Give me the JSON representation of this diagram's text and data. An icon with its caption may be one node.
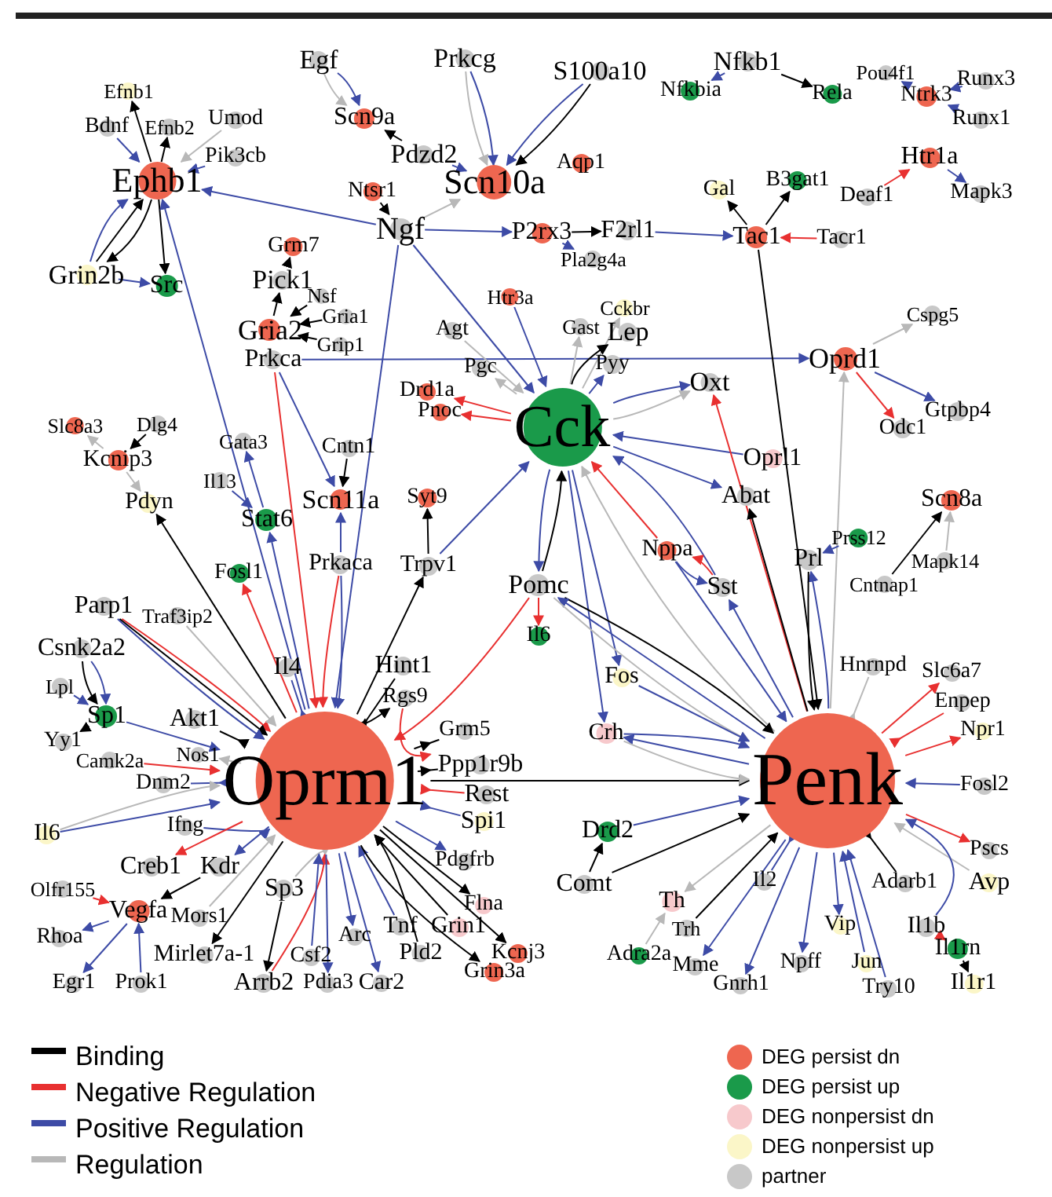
{
  "diagram": {
    "nodes": [
      {
        "text": [
          "Efnb1"
        ]
      },
      {
        "text": [
          "Bdnf"
        ]
      },
      {
        "text": [
          "Efnb2"
        ]
      },
      {
        "text": [
          "Umod"
        ]
      },
      {
        "text": [
          "Ephb1"
        ]
      },
      {
        "text": [
          "Pik3cb"
        ]
      },
      {
        "text": [
          "Grin2b"
        ]
      },
      {
        "text": [
          "Src"
        ]
      },
      {
        "text": [
          "Egf"
        ]
      },
      {
        "text": [
          "Scn9a"
        ]
      },
      {
        "text": [
          "Prkcg"
        ]
      },
      {
        "text": [
          "Pdzd2"
        ]
      },
      {
        "text": [
          "S100a10"
        ]
      },
      {
        "text": [
          "Scn10a"
        ]
      },
      {
        "text": [
          "Aqp1"
        ]
      },
      {
        "text": [
          "Ntsr1"
        ]
      },
      {
        "text": [
          "Ngf"
        ]
      },
      {
        "text": [
          "P2rx3"
        ]
      },
      {
        "text": [
          "F2rl1"
        ]
      },
      {
        "text": [
          "Pla2g4a"
        ]
      },
      {
        "text": [
          "Grm7"
        ]
      },
      {
        "text": [
          "Pick1"
        ]
      },
      {
        "text": [
          "Nsf"
        ]
      },
      {
        "text": [
          "Gria1"
        ]
      },
      {
        "text": [
          "Gria2"
        ]
      },
      {
        "text": [
          "Grip1"
        ]
      },
      {
        "text": [
          "Prkca"
        ]
      },
      {
        "text": [
          "Nfkbia"
        ]
      },
      {
        "text": [
          "Nfkb1"
        ]
      },
      {
        "text": [
          "Rela"
        ]
      },
      {
        "text": [
          "Pou4f1"
        ]
      },
      {
        "text": [
          "Ntrk3"
        ]
      },
      {
        "text": [
          "Runx3"
        ]
      },
      {
        "text": [
          "Runx1"
        ]
      },
      {
        "text": [
          "Htr1a"
        ]
      },
      {
        "text": [
          "Deaf1"
        ]
      },
      {
        "text": [
          "Mapk3"
        ]
      },
      {
        "text": [
          "Gal"
        ]
      },
      {
        "text": [
          "B3gat1"
        ]
      },
      {
        "text": [
          "Tac1"
        ]
      },
      {
        "text": [
          "Tacr1"
        ]
      },
      {
        "text": [
          "Htr3a"
        ]
      },
      {
        "text": [
          "Agt"
        ]
      },
      {
        "text": [
          "Cckbr"
        ]
      },
      {
        "text": [
          "Gast"
        ]
      },
      {
        "text": [
          "Lep"
        ]
      },
      {
        "text": [
          "Pgc"
        ]
      },
      {
        "text": [
          "Pyy"
        ]
      },
      {
        "text": [
          "Drd1a"
        ]
      },
      {
        "text": [
          "Pnoc"
        ]
      },
      {
        "text": [
          "Cck"
        ]
      },
      {
        "text": [
          "Oxt"
        ]
      },
      {
        "text": [
          "Cspg5"
        ]
      },
      {
        "text": [
          "Oprd1"
        ]
      },
      {
        "text": [
          "Gtpbp4"
        ]
      },
      {
        "text": [
          "Odc1"
        ]
      },
      {
        "text": [
          "Oprl1"
        ]
      },
      {
        "text": [
          "Abat"
        ]
      },
      {
        "text": [
          "Slc8a3"
        ]
      },
      {
        "text": [
          "Dlg4"
        ]
      },
      {
        "text": [
          "Kcnip3"
        ]
      },
      {
        "text": [
          "Pdyn"
        ]
      },
      {
        "text": [
          "Gata3"
        ]
      },
      {
        "text": [
          "Cntn1"
        ]
      },
      {
        "text": [
          "Il13"
        ]
      },
      {
        "text": [
          "Scn11a"
        ]
      },
      {
        "text": [
          "Syt9"
        ]
      },
      {
        "text": [
          "Stat6"
        ]
      },
      {
        "text": [
          "Scn8a"
        ]
      },
      {
        "text": [
          "Prss12"
        ]
      },
      {
        "text": [
          "Mapk14"
        ]
      },
      {
        "text": [
          "Prl"
        ]
      },
      {
        "text": [
          "Cntnap1"
        ]
      },
      {
        "text": [
          "Nppa"
        ]
      },
      {
        "text": [
          "Sst"
        ]
      },
      {
        "text": [
          "Pomc"
        ]
      },
      {
        "text": [
          "Prkaca"
        ]
      },
      {
        "text": [
          "Trpv1"
        ]
      },
      {
        "text": [
          "Fosl1"
        ]
      },
      {
        "text": [
          "Parp1"
        ]
      },
      {
        "text": [
          "Csnk2a2"
        ]
      },
      {
        "text": [
          "Traf3ip2"
        ]
      },
      {
        "text": [
          "Il4"
        ]
      },
      {
        "text": [
          "Hint1"
        ]
      },
      {
        "text": [
          "Akt1"
        ]
      },
      {
        "text": [
          "Rgs9"
        ]
      },
      {
        "text": [
          "Lpl"
        ]
      },
      {
        "text": [
          "Sp1"
        ]
      },
      {
        "text": [
          "Il6"
        ]
      },
      {
        "text": [
          "Fos"
        ]
      },
      {
        "text": [
          "Crh"
        ]
      },
      {
        "text": [
          "Grm5"
        ]
      },
      {
        "text": [
          "Ppp1r9b"
        ]
      },
      {
        "text": [
          "Yy1"
        ]
      },
      {
        "text": [
          "Nos1"
        ]
      },
      {
        "text": [
          "Camk2a"
        ]
      },
      {
        "text": [
          "Oprm1"
        ]
      },
      {
        "text": [
          "Penk"
        ]
      },
      {
        "text": [
          "Rest"
        ]
      },
      {
        "text": [
          "Spi1"
        ]
      },
      {
        "text": [
          "Dnm2"
        ]
      },
      {
        "text": [
          "Ifng"
        ]
      },
      {
        "text": [
          "Hnrnpd"
        ]
      },
      {
        "text": [
          "Slc6a7"
        ]
      },
      {
        "text": [
          "Enpep"
        ]
      },
      {
        "text": [
          "Npr1"
        ]
      },
      {
        "text": [
          "Fosl2"
        ]
      },
      {
        "text": [
          "Pscs"
        ]
      },
      {
        "text": [
          "Avp"
        ]
      },
      {
        "text": [
          "Il6"
        ]
      },
      {
        "text": [
          "Drd2"
        ]
      },
      {
        "text": [
          "Comt"
        ]
      },
      {
        "text": [
          "Pdgfrb"
        ]
      },
      {
        "text": [
          "Creb1"
        ]
      },
      {
        "text": [
          "Kdr"
        ]
      },
      {
        "text": [
          "Olfr155"
        ]
      },
      {
        "text": [
          "Sp3"
        ]
      },
      {
        "text": [
          "Mors1"
        ]
      },
      {
        "text": [
          "Vegfa"
        ]
      },
      {
        "text": [
          "Flna"
        ]
      },
      {
        "text": [
          "Il2"
        ]
      },
      {
        "text": [
          "Adarb1"
        ]
      },
      {
        "text": [
          "Th"
        ]
      },
      {
        "text": [
          "Trh"
        ]
      },
      {
        "text": [
          "Tnf"
        ]
      },
      {
        "text": [
          "Grin1"
        ]
      },
      {
        "text": [
          "Kcnj3"
        ]
      },
      {
        "text": [
          "Pld2"
        ]
      },
      {
        "text": [
          "Rhoa"
        ]
      },
      {
        "text": [
          "Mirlet7a-1"
        ]
      },
      {
        "text": [
          "Arc"
        ]
      },
      {
        "text": [
          "Csf2"
        ]
      },
      {
        "text": [
          "Grin3a"
        ]
      },
      {
        "text": [
          "Vip"
        ]
      },
      {
        "text": [
          "Il1b"
        ]
      },
      {
        "text": [
          "Il1rn"
        ]
      },
      {
        "text": [
          "Adra2a"
        ]
      },
      {
        "text": [
          "Mme"
        ]
      },
      {
        "text": [
          "Npff"
        ]
      },
      {
        "text": [
          "Jun"
        ]
      },
      {
        "text": [
          "Egr1"
        ]
      },
      {
        "text": [
          "Prok1"
        ]
      },
      {
        "text": [
          "Arrb2"
        ]
      },
      {
        "text": [
          "Pdia3"
        ]
      },
      {
        "text": [
          "Car2"
        ]
      },
      {
        "text": [
          "Gnrh1"
        ]
      },
      {
        "text": [
          "Try10"
        ]
      },
      {
        "text": [
          "Il1r1"
        ]
      }
    ],
    "edges": [
      {
        "from": 4,
        "to": 0,
        "arrow": "to",
        "color": "#000000"
      },
      {
        "from": 1,
        "to": 4,
        "arrow": "to"
      },
      {
        "from": 4,
        "to": 2,
        "arrow": "to",
        "color": "#000000"
      },
      {
        "from": 3,
        "to": 4,
        "arrow": "to",
        "color": "#b8b8b8"
      },
      {
        "from": 5,
        "to": 4,
        "arrow": "to"
      },
      {
        "from": 4,
        "to": 6,
        "arrow": "to",
        "color": "#000000"
      },
      {
        "from": 6,
        "to": 4,
        "arrow": "to",
        "color": "#000000"
      },
      {
        "from": 6,
        "to": 4,
        "arrow": "to"
      },
      {
        "from": 4,
        "to": 7,
        "arrow": "to",
        "color": "#000000"
      },
      {
        "from": 6,
        "to": 7,
        "arrow": "to"
      },
      {
        "from": 16,
        "to": 4,
        "arrow": "to"
      },
      {
        "from": 96,
        "to": 4,
        "arrow": "to"
      },
      {
        "from": 8,
        "to": 9,
        "arrow": "to"
      },
      {
        "from": 8,
        "to": 9,
        "arrow": "to",
        "color": "#b8b8b8"
      },
      {
        "from": 11,
        "to": 9,
        "arrow": "to",
        "color": "#000000"
      },
      {
        "from": 11,
        "to": 13,
        "arrow": "to"
      },
      {
        "from": 10,
        "to": 13,
        "arrow": "to"
      },
      {
        "from": 10,
        "to": 13,
        "arrow": "to",
        "color": "#b8b8b8"
      },
      {
        "from": 12,
        "to": 13,
        "arrow": "to",
        "color": "#000000"
      },
      {
        "from": 12,
        "to": 13,
        "arrow": "to"
      },
      {
        "from": 16,
        "to": 13,
        "arrow": "to",
        "color": "#b8b8b8"
      },
      {
        "from": 15,
        "to": 16,
        "arrow": "to",
        "color": "#000000"
      },
      {
        "from": 16,
        "to": 17,
        "arrow": "to"
      },
      {
        "from": 17,
        "to": 18,
        "arrow": "to",
        "color": "#000000"
      },
      {
        "from": 17,
        "to": 19,
        "arrow": "to"
      },
      {
        "from": 18,
        "to": 39,
        "arrow": "to"
      },
      {
        "from": 16,
        "to": 50,
        "arrow": "to"
      },
      {
        "from": 16,
        "to": 96,
        "arrow": "to"
      },
      {
        "from": 21,
        "to": 20,
        "arrow": "to",
        "color": "#000000"
      },
      {
        "from": 24,
        "to": 21,
        "arrow": "to",
        "color": "#000000"
      },
      {
        "from": 22,
        "to": 24,
        "arrow": "to",
        "color": "#000000"
      },
      {
        "from": 23,
        "to": 24,
        "arrow": "to",
        "color": "#000000"
      },
      {
        "from": 25,
        "to": 24,
        "arrow": "to",
        "color": "#000000"
      },
      {
        "from": 26,
        "to": 53,
        "arrow": "to"
      },
      {
        "from": 26,
        "to": 65,
        "arrow": "to"
      },
      {
        "from": 26,
        "to": 96,
        "arrow": "to",
        "color": "#e83030"
      },
      {
        "from": 28,
        "to": 27,
        "arrow": "to"
      },
      {
        "from": 28,
        "to": 29,
        "arrow": "to",
        "color": "#000000"
      },
      {
        "from": 31,
        "to": 30,
        "arrow": "to"
      },
      {
        "from": 32,
        "to": 31,
        "arrow": "to"
      },
      {
        "from": 33,
        "to": 31,
        "arrow": "to"
      },
      {
        "from": 35,
        "to": 34,
        "arrow": "to",
        "color": "#e83030"
      },
      {
        "from": 34,
        "to": 36,
        "arrow": "to"
      },
      {
        "from": 39,
        "to": 37,
        "arrow": "to",
        "color": "#000000"
      },
      {
        "from": 39,
        "to": 38,
        "arrow": "to",
        "color": "#000000"
      },
      {
        "from": 40,
        "to": 39,
        "arrow": "to",
        "color": "#e83030"
      },
      {
        "from": 39,
        "to": 97,
        "arrow": "to",
        "color": "#000000"
      },
      {
        "from": 41,
        "to": 50,
        "arrow": "to"
      },
      {
        "from": 42,
        "to": 50,
        "arrow": "to",
        "color": "#b8b8b8"
      },
      {
        "from": 50,
        "to": 44,
        "arrow": "to",
        "color": "#b8b8b8"
      },
      {
        "from": 50,
        "to": 43,
        "arrow": "to",
        "color": "#b8b8b8"
      },
      {
        "from": 50,
        "to": 45,
        "arrow": "to",
        "color": "#000000"
      },
      {
        "from": 50,
        "to": 46,
        "arrow": "to",
        "color": "#b8b8b8"
      },
      {
        "from": 50,
        "to": 47,
        "arrow": "to"
      },
      {
        "from": 50,
        "to": 48,
        "arrow": "to",
        "color": "#e83030"
      },
      {
        "from": 50,
        "to": 49,
        "arrow": "to",
        "color": "#e83030"
      },
      {
        "from": 50,
        "to": 51,
        "arrow": "to"
      },
      {
        "from": 50,
        "to": 51,
        "arrow": "to",
        "color": "#b8b8b8"
      },
      {
        "from": 56,
        "to": 50,
        "arrow": "to"
      },
      {
        "from": 50,
        "to": 57,
        "arrow": "to"
      },
      {
        "from": 75,
        "to": 50,
        "arrow": "to",
        "color": "#000000"
      },
      {
        "from": 50,
        "to": 75,
        "arrow": "to"
      },
      {
        "from": 77,
        "to": 50,
        "arrow": "to"
      },
      {
        "from": 73,
        "to": 50,
        "arrow": "to",
        "color": "#e83030"
      },
      {
        "from": 74,
        "to": 50,
        "arrow": "to"
      },
      {
        "from": 97,
        "to": 50,
        "arrow": "to",
        "color": "#b8b8b8"
      },
      {
        "from": 50,
        "to": 89,
        "arrow": "to"
      },
      {
        "from": 50,
        "to": 90,
        "arrow": "to"
      },
      {
        "from": 97,
        "to": 51,
        "arrow": "to",
        "color": "#e83030"
      },
      {
        "from": 53,
        "to": 52,
        "arrow": "to",
        "color": "#b8b8b8"
      },
      {
        "from": 53,
        "to": 54,
        "arrow": "to"
      },
      {
        "from": 53,
        "to": 55,
        "arrow": "to",
        "color": "#e83030"
      },
      {
        "from": 97,
        "to": 53,
        "arrow": "to",
        "color": "#b8b8b8"
      },
      {
        "from": 60,
        "to": 58,
        "arrow": "to",
        "color": "#b8b8b8"
      },
      {
        "from": 59,
        "to": 60,
        "arrow": "to",
        "color": "#000000"
      },
      {
        "from": 60,
        "to": 61,
        "arrow": "to",
        "color": "#b8b8b8"
      },
      {
        "from": 63,
        "to": 65,
        "arrow": "to",
        "color": "#000000"
      },
      {
        "from": 64,
        "to": 67,
        "arrow": "to"
      },
      {
        "from": 67,
        "to": 62,
        "arrow": "to"
      },
      {
        "from": 76,
        "to": 65,
        "arrow": "to"
      },
      {
        "from": 77,
        "to": 66,
        "arrow": "to",
        "color": "#000000"
      },
      {
        "from": 72,
        "to": 68,
        "arrow": "to",
        "color": "#000000"
      },
      {
        "from": 70,
        "to": 68,
        "arrow": "to",
        "color": "#b8b8b8"
      },
      {
        "from": 69,
        "to": 71,
        "arrow": "to"
      },
      {
        "from": 74,
        "to": 73,
        "arrow": "to",
        "color": "#e83030"
      },
      {
        "from": 73,
        "to": 74,
        "arrow": "to"
      },
      {
        "from": 97,
        "to": 71,
        "arrow": "to"
      },
      {
        "from": 71,
        "to": 97,
        "arrow": "to",
        "color": "#000000"
      },
      {
        "from": 97,
        "to": 57,
        "arrow": "to",
        "color": "#000000"
      },
      {
        "from": 96,
        "to": 61,
        "arrow": "to",
        "color": "#000000"
      },
      {
        "from": 96,
        "to": 67,
        "arrow": "to"
      },
      {
        "from": 96,
        "to": 78,
        "arrow": "to",
        "color": "#e83030"
      },
      {
        "from": 76,
        "to": 96,
        "arrow": "to"
      },
      {
        "from": 76,
        "to": 96,
        "arrow": "to",
        "color": "#e83030"
      },
      {
        "from": 96,
        "to": 77,
        "arrow": "to",
        "color": "#000000"
      },
      {
        "from": 75,
        "to": 96,
        "arrow": "to",
        "color": "#e83030"
      },
      {
        "from": 79,
        "to": 96,
        "arrow": "to",
        "color": "#e83030"
      },
      {
        "from": 79,
        "to": 96,
        "arrow": "to",
        "color": "#000000"
      },
      {
        "from": 79,
        "to": 96,
        "arrow": "to"
      },
      {
        "from": 80,
        "to": 87,
        "arrow": "to"
      },
      {
        "from": 80,
        "to": 87,
        "arrow": "to",
        "color": "#000000"
      },
      {
        "from": 86,
        "to": 87,
        "arrow": "to"
      },
      {
        "from": 87,
        "to": 93,
        "arrow": "to",
        "color": "#000000"
      },
      {
        "from": 87,
        "to": 96,
        "arrow": "to"
      },
      {
        "from": 81,
        "to": 96,
        "arrow": "to",
        "color": "#b8b8b8"
      },
      {
        "from": 82,
        "to": 96,
        "arrow": "to"
      },
      {
        "from": 84,
        "to": 96,
        "arrow": "to",
        "color": "#000000"
      },
      {
        "from": 83,
        "to": 96,
        "arrow": "to",
        "color": "#000000"
      },
      {
        "from": 85,
        "to": 96,
        "arrow": "to",
        "color": "#e83030"
      },
      {
        "from": 96,
        "to": 85,
        "arrow": "to",
        "color": "#000000"
      },
      {
        "from": 91,
        "to": 96,
        "arrow": "to",
        "color": "#000000"
      },
      {
        "from": 92,
        "to": 96,
        "arrow": "to",
        "color": "#000000"
      },
      {
        "from": 98,
        "to": 96,
        "arrow": "to",
        "color": "#e83030"
      },
      {
        "from": 99,
        "to": 96,
        "arrow": "to"
      },
      {
        "from": 96,
        "to": 97,
        "arrow": "to",
        "color": "#000000"
      },
      {
        "from": 95,
        "to": 96,
        "arrow": "to",
        "color": "#e83030"
      },
      {
        "from": 94,
        "to": 96,
        "arrow": "to",
        "color": "#b8b8b8"
      },
      {
        "from": 100,
        "to": 96,
        "arrow": "to"
      },
      {
        "from": 101,
        "to": 96,
        "arrow": "to"
      },
      {
        "from": 109,
        "to": 96,
        "arrow": "to"
      },
      {
        "from": 109,
        "to": 96,
        "arrow": "to",
        "color": "#b8b8b8"
      },
      {
        "from": 96,
        "to": 113,
        "arrow": "to",
        "color": "#e83030"
      },
      {
        "from": 96,
        "to": 114,
        "arrow": "to"
      },
      {
        "from": 114,
        "to": 118,
        "arrow": "to",
        "color": "#000000"
      },
      {
        "from": 115,
        "to": 118,
        "arrow": "to",
        "color": "#e83030"
      },
      {
        "from": 118,
        "to": 128,
        "arrow": "to"
      },
      {
        "from": 118,
        "to": 140,
        "arrow": "to"
      },
      {
        "from": 141,
        "to": 118,
        "arrow": "to"
      },
      {
        "from": 116,
        "to": 96,
        "arrow": "to",
        "color": "#b8b8b8"
      },
      {
        "from": 96,
        "to": 129,
        "arrow": "to",
        "color": "#000000"
      },
      {
        "from": 117,
        "to": 96,
        "arrow": "to",
        "color": "#b8b8b8"
      },
      {
        "from": 142,
        "to": 96,
        "arrow": "to",
        "color": "#e83030"
      },
      {
        "from": 116,
        "to": 142,
        "arrow": "to",
        "color": "#000000"
      },
      {
        "from": 131,
        "to": 96,
        "arrow": "to"
      },
      {
        "from": 96,
        "to": 143,
        "arrow": "to"
      },
      {
        "from": 96,
        "to": 130,
        "arrow": "to"
      },
      {
        "from": 96,
        "to": 144,
        "arrow": "to"
      },
      {
        "from": 124,
        "to": 96,
        "arrow": "to"
      },
      {
        "from": 125,
        "to": 96,
        "arrow": "to",
        "color": "#000000"
      },
      {
        "from": 127,
        "to": 96,
        "arrow": "to",
        "color": "#000000"
      },
      {
        "from": 96,
        "to": 126,
        "arrow": "to",
        "color": "#000000"
      },
      {
        "from": 96,
        "to": 132,
        "arrow": "to",
        "color": "#000000"
      },
      {
        "from": 96,
        "to": 119,
        "arrow": "to",
        "color": "#000000"
      },
      {
        "from": 96,
        "to": 112,
        "arrow": "to"
      },
      {
        "from": 75,
        "to": 88,
        "arrow": "to",
        "color": "#e83030"
      },
      {
        "from": 75,
        "to": 97,
        "arrow": "to",
        "color": "#000000"
      },
      {
        "from": 97,
        "to": 75,
        "arrow": "to"
      },
      {
        "from": 75,
        "to": 97,
        "arrow": "to",
        "color": "#b8b8b8"
      },
      {
        "from": 97,
        "to": 74,
        "arrow": "to"
      },
      {
        "from": 73,
        "to": 97,
        "arrow": "to"
      },
      {
        "from": 89,
        "to": 97,
        "arrow": "to"
      },
      {
        "from": 90,
        "to": 97,
        "arrow": "to"
      },
      {
        "from": 97,
        "to": 90,
        "arrow": "to"
      },
      {
        "from": 90,
        "to": 97,
        "arrow": "to",
        "color": "#b8b8b8"
      },
      {
        "from": 102,
        "to": 97,
        "arrow": "to",
        "color": "#b8b8b8"
      },
      {
        "from": 97,
        "to": 103,
        "arrow": "to",
        "color": "#e83030"
      },
      {
        "from": 104,
        "to": 97,
        "arrow": "to",
        "color": "#e83030"
      },
      {
        "from": 97,
        "to": 105,
        "arrow": "to",
        "color": "#e83030"
      },
      {
        "from": 106,
        "to": 97,
        "arrow": "to"
      },
      {
        "from": 97,
        "to": 107,
        "arrow": "to",
        "color": "#e83030"
      },
      {
        "from": 108,
        "to": 97,
        "arrow": "to",
        "color": "#b8b8b8"
      },
      {
        "from": 110,
        "to": 97,
        "arrow": "to"
      },
      {
        "from": 111,
        "to": 110,
        "arrow": "to",
        "color": "#000000"
      },
      {
        "from": 111,
        "to": 97,
        "arrow": "to",
        "color": "#000000"
      },
      {
        "from": 97,
        "to": 122,
        "arrow": "to",
        "color": "#b8b8b8"
      },
      {
        "from": 136,
        "to": 122,
        "arrow": "to",
        "color": "#b8b8b8"
      },
      {
        "from": 123,
        "to": 97,
        "arrow": "to",
        "color": "#000000"
      },
      {
        "from": 120,
        "to": 97,
        "arrow": "to"
      },
      {
        "from": 97,
        "to": 137,
        "arrow": "to"
      },
      {
        "from": 97,
        "to": 145,
        "arrow": "to"
      },
      {
        "from": 97,
        "to": 138,
        "arrow": "to"
      },
      {
        "from": 97,
        "to": 133,
        "arrow": "to"
      },
      {
        "from": 139,
        "to": 97,
        "arrow": "to"
      },
      {
        "from": 146,
        "to": 97,
        "arrow": "to"
      },
      {
        "from": 121,
        "to": 97,
        "arrow": "to",
        "color": "#000000"
      },
      {
        "from": 134,
        "to": 97,
        "arrow": "to"
      },
      {
        "from": 134,
        "to": 135,
        "arrow": "to",
        "color": "#e83030"
      },
      {
        "from": 135,
        "to": 147,
        "arrow": "to",
        "color": "#000000"
      }
    ],
    "legend": [
      {
        "text": "Binding"
      },
      {
        "text": "Negative Regulation"
      },
      {
        "text": "Positive Regulation"
      },
      {
        "text": "Regulation"
      },
      {
        "text": "DEG persist dn",
        "color": "#ee6650"
      },
      {
        "text": "DEG persist up",
        "color": "#1a9a4a"
      },
      {
        "text": "DEG nonpersist dn",
        "color": "#f7c9cc"
      },
      {
        "text": "DEG nonpersist up",
        "color": "#fbf6c8"
      },
      {
        "text": "partner",
        "color": "#c8c8c8"
      }
    ]
  }
}
